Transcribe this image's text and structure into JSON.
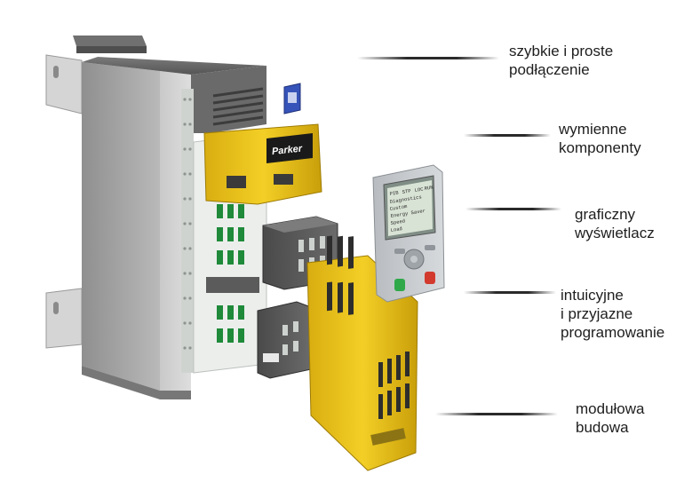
{
  "callouts": [
    {
      "line1": "szybkie i proste",
      "line2": "podłączenie"
    },
    {
      "line1": "wymienne",
      "line2": "komponenty"
    },
    {
      "line1": "graficzny",
      "line2": "wyświetlacz"
    },
    {
      "line1": "intuicyjne",
      "line2": "i przyjazne",
      "line3": "programowanie"
    },
    {
      "line1": "modułowa",
      "line2": "budowa"
    }
  ],
  "product": {
    "brand": "Parker",
    "keypad_menu": [
      "PIB",
      "STP",
      "LOC",
      "RUN",
      "Diagnostics",
      "Custom",
      "Energy Saver",
      "Speed",
      "Load"
    ]
  }
}
